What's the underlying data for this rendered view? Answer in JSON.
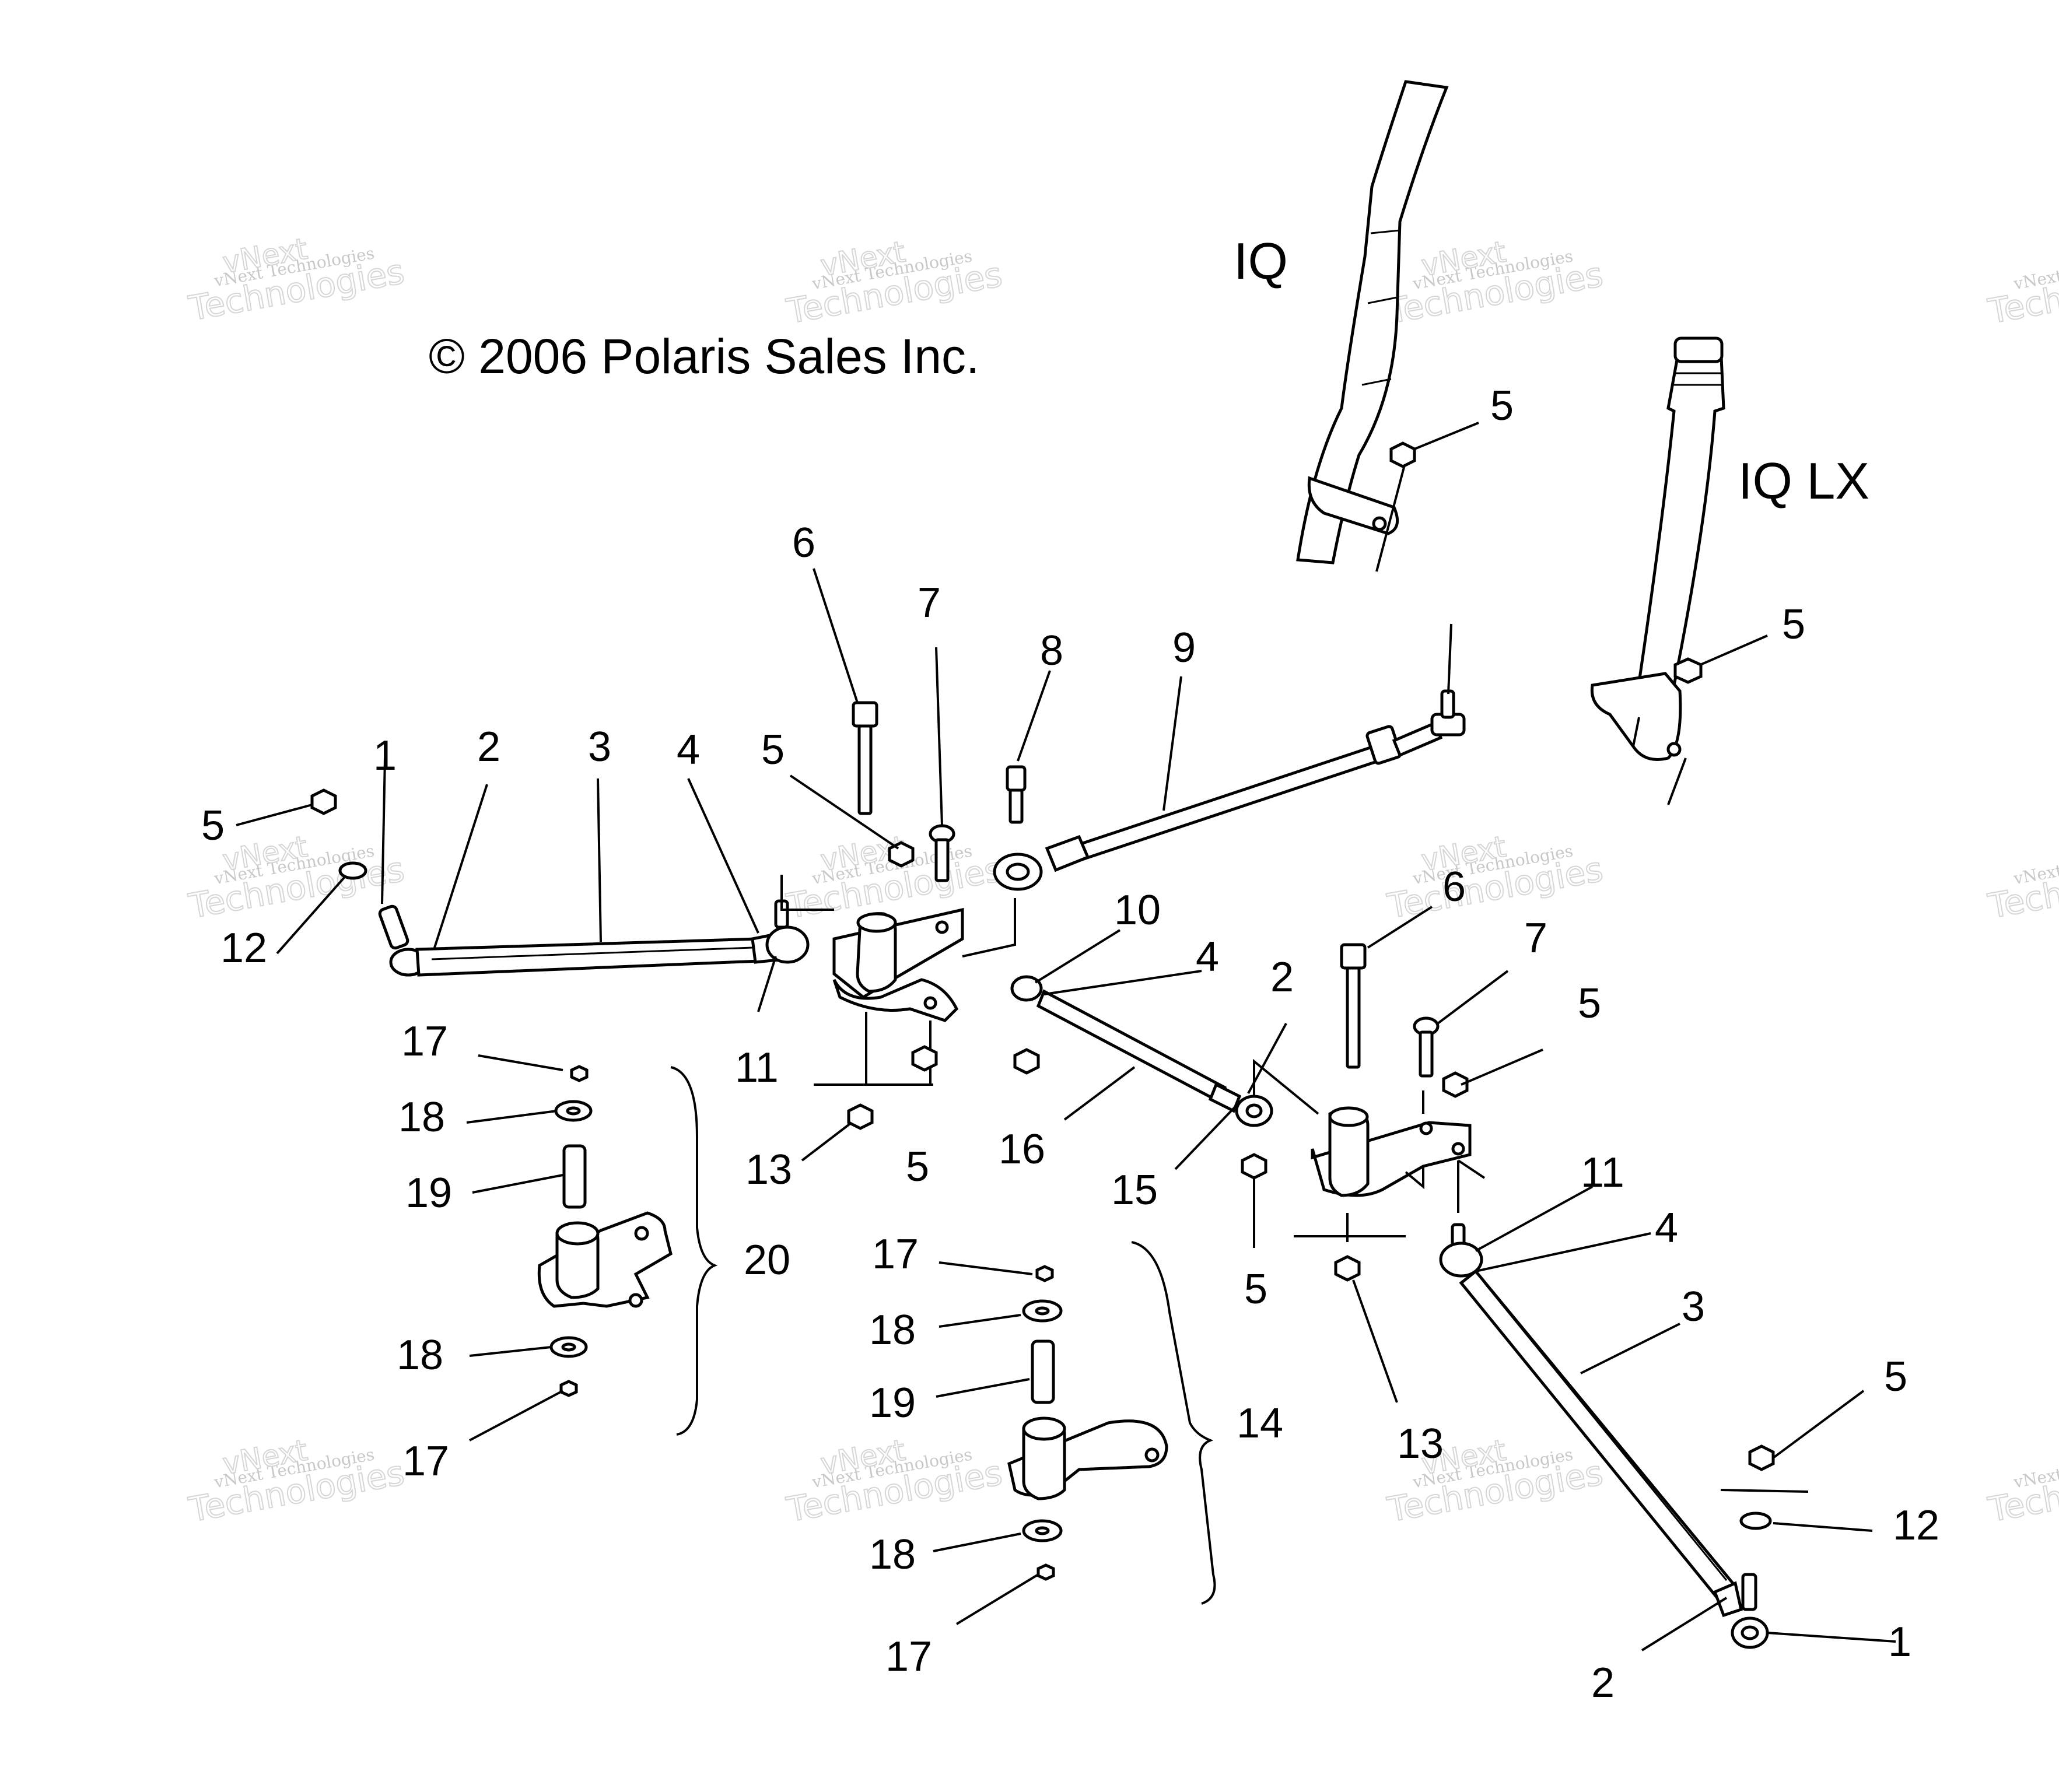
{
  "copyright": "© 2006 Polaris Sales Inc.",
  "models": [
    "IQ",
    "IQ LX"
  ],
  "watermark": {
    "line1": "vNext Technologies",
    "line2": "Technologies",
    "line3": "vNext"
  },
  "callouts": {
    "c1a": "1",
    "c2a": "2",
    "c3a": "3",
    "c4a": "4",
    "c5a": "5",
    "c5b": "5",
    "c6a": "6",
    "c7a": "7",
    "c8a": "8",
    "c9a": "9",
    "c10a": "10",
    "c11a": "11",
    "c12a": "12",
    "c13a": "13",
    "c5c": "5",
    "c16a": "16",
    "c17a": "17",
    "c18a": "18",
    "c19a": "19",
    "c20a": "20",
    "c18b": "18",
    "c17b": "17",
    "c5d": "5",
    "c5e": "5",
    "c6b": "6",
    "c7b": "7",
    "c5f": "5",
    "c4b": "4",
    "c2b": "2",
    "c15a": "15",
    "c5g": "5",
    "c11b": "11",
    "c4c": "4",
    "c3b": "3",
    "c13b": "13",
    "c5h": "5",
    "c12b": "12",
    "c1b": "1",
    "c2c": "2",
    "c17c": "17",
    "c18c": "18",
    "c19b": "19",
    "c14a": "14",
    "c18d": "18",
    "c17d": "17"
  }
}
